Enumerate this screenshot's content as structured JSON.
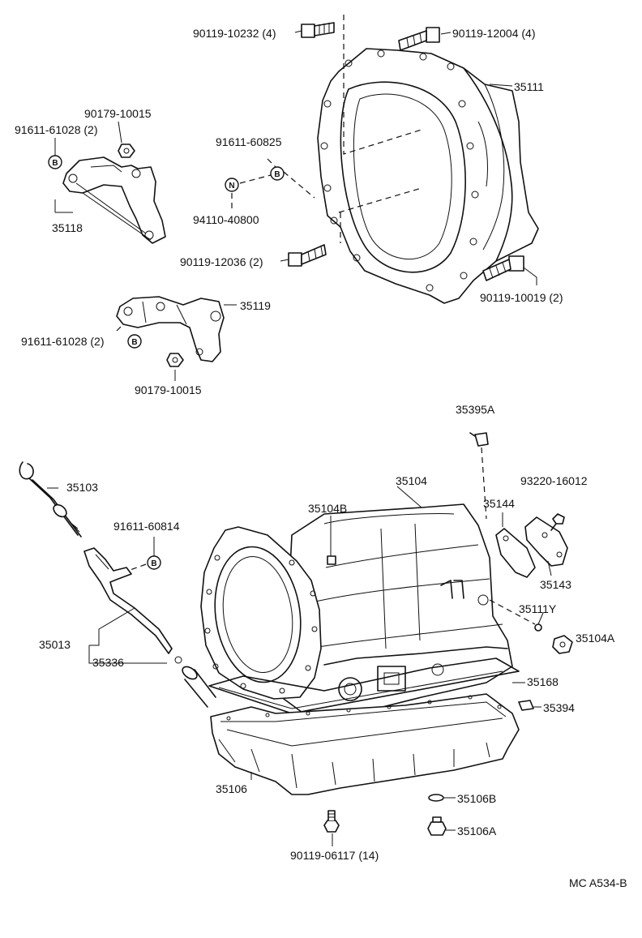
{
  "diagram": {
    "drawing_code": "MC A534-B",
    "labels": {
      "bolt_90119_10232": "90119-10232 (4)",
      "bolt_90119_12004": "90119-12004 (4)",
      "housing_35111": "35111",
      "nut_90179_10015_top": "90179-10015",
      "bolt_91611_61028_top": "91611-61028 (2)",
      "bolt_91611_60825": "91611-60825",
      "bracket_35118": "35118",
      "nut_94110_40800": "94110-40800",
      "bolt_90119_12036": "90119-12036 (2)",
      "bolt_90119_10019": "90119-10019 (2)",
      "bracket_35119": "35119",
      "bolt_91611_61028_lower": "91611-61028 (2)",
      "nut_90179_10015_lower": "90179-10015",
      "part_35395A": "35395A",
      "dipstick_35103": "35103",
      "transmission_35104": "35104",
      "bolt_93220_16012": "93220-16012",
      "bolt_91611_60814": "91611-60814",
      "part_35104B": "35104B",
      "plate_35144": "35144",
      "plate_35143": "35143",
      "part_35111Y": "35111Y",
      "plug_35104A": "35104A",
      "tube_35013": "35013",
      "oring_35336": "35336",
      "gasket_35168": "35168",
      "magnet_35394": "35394",
      "oil_pan_35106": "35106",
      "gasket_35106B": "35106B",
      "drain_plug_35106A": "35106A",
      "bolt_90119_06117": "90119-06117 (14)"
    },
    "badges": {
      "b_letter": "B",
      "n_letter": "N"
    }
  }
}
